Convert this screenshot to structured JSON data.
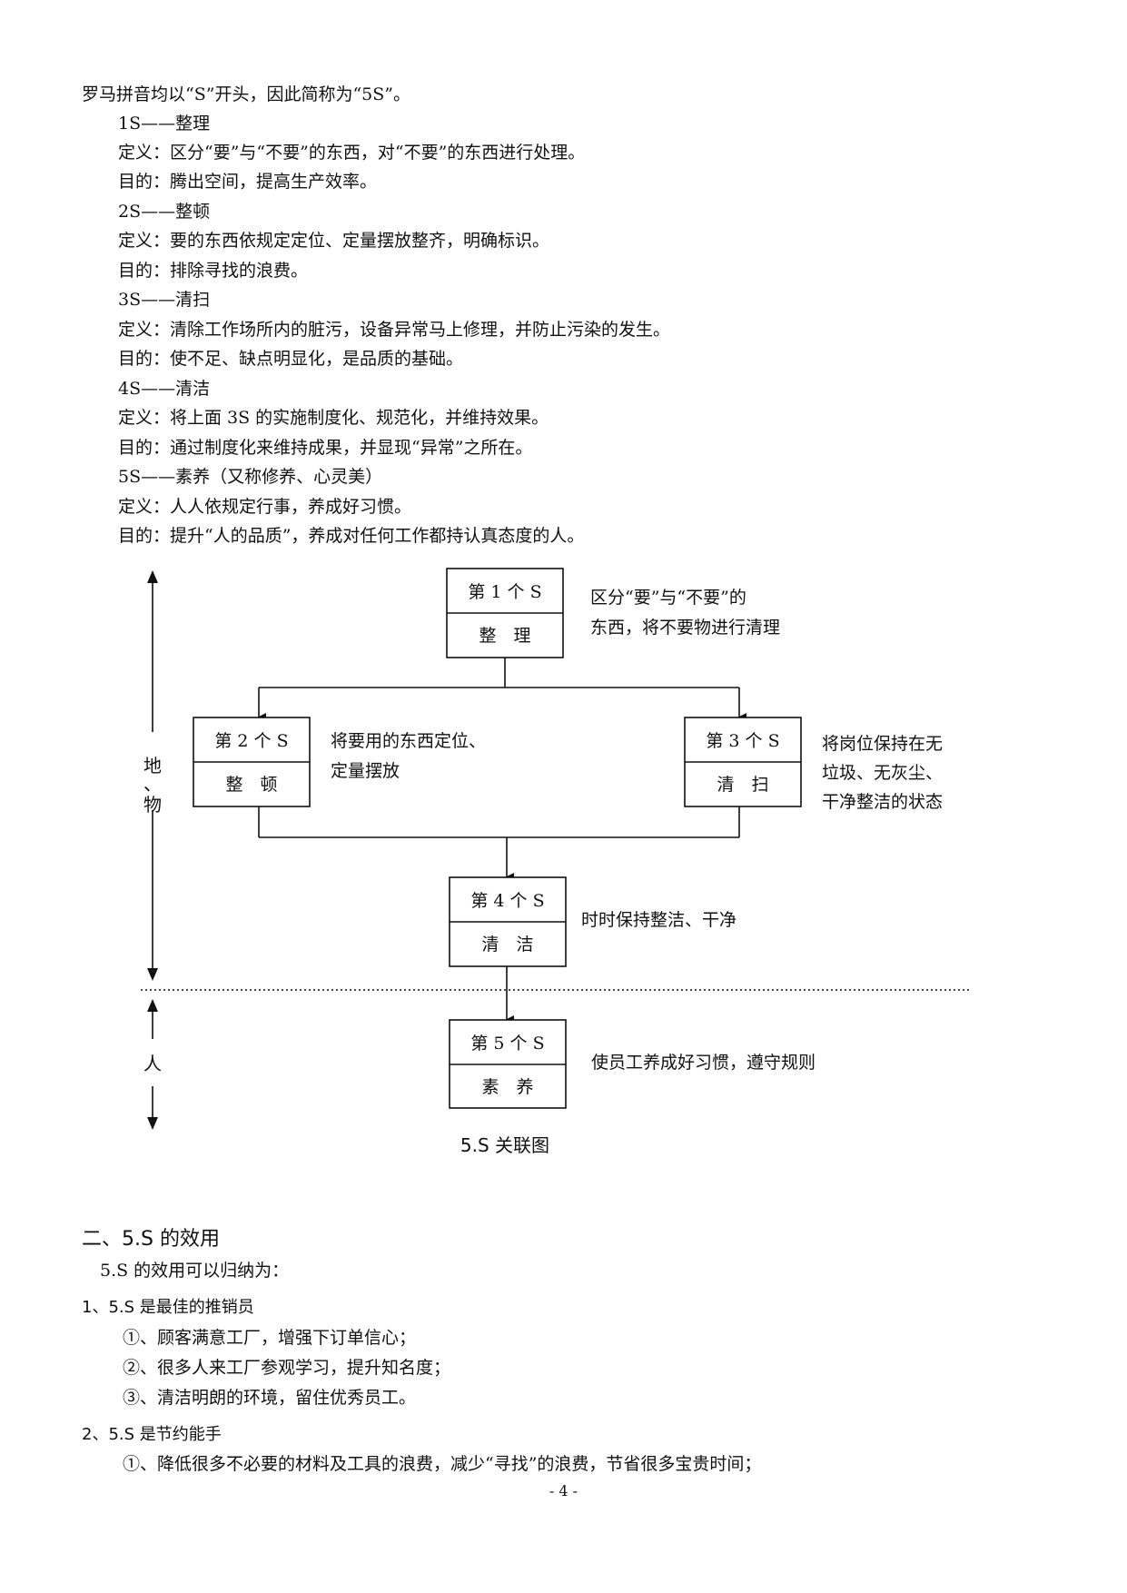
{
  "intro_text": "罗马拼音均以“S”开头，因此简称为“5S”。",
  "items": [
    {
      "title": "1S——整理",
      "definition": "定义：区分“要”与“不要”的东西，对“不要”的东西进行处理。",
      "purpose": "目的：腾出空间，提高生产效率。"
    },
    {
      "title": "2S——整顿",
      "definition": "定义：要的东西依规定定位、定量摆放整齐，明确标识。",
      "purpose": "目的：排除寻找的浪费。"
    },
    {
      "title": "3S——清扫",
      "definition": "定义：清除工作场所内的脏污，设备异常马上修理，并防止污染的发生。",
      "purpose": "目的：使不足、缺点明显化，是品质的基础。"
    },
    {
      "title": "4S——清洁",
      "definition": "定义：将上面 3S 的实施制度化、规范化，并维持效果。",
      "purpose": "目的：通过制度化来维持成果，并显现“异常”之所在。"
    },
    {
      "title": "5S——素养（又称修养、心灵美）",
      "definition": "定义：人人依规定行事，养成好习惯。",
      "purpose": "目的：提升“人的品质”，养成对任何工作都持认真态度的人。"
    }
  ],
  "diagram": {
    "boxes": [
      {
        "top": "第 1 个 S",
        "bottom": "整　理",
        "desc": [
          "区分“要”与“不要”的",
          "东西，将不要物进行清理"
        ]
      },
      {
        "top": "第 2 个 S",
        "bottom": "整　顿",
        "desc": [
          "将要用的东西定位、",
          "定量摆放"
        ]
      },
      {
        "top": "第 3 个 S",
        "bottom": "清　扫",
        "desc": [
          "将岗位保持在无",
          "垃圾、无灰尘、",
          "干净整洁的状态"
        ]
      },
      {
        "top": "第 4 个 S",
        "bottom": "清　洁",
        "desc": [
          "时时保持整洁、干净"
        ]
      },
      {
        "top": "第 5 个 S",
        "bottom": "素　养",
        "desc": [
          "使员工养成好习惯，遵守规则"
        ]
      }
    ],
    "side_label_top": [
      "地",
      "、",
      "物"
    ],
    "side_label_bottom": "人",
    "caption": "5.S 关联图"
  },
  "section2": {
    "heading": "二、5.S 的效用",
    "intro": "5.S 的效用可以归纳为：",
    "sub1": {
      "heading": "1、5.S 是最佳的推销员",
      "points": [
        "①、顾客满意工厂，增强下订单信心；",
        "②、很多人来工厂参观学习，提升知名度；",
        "③、清洁明朗的环境，留住优秀员工。"
      ]
    },
    "sub2": {
      "heading": "2、5.S 是节约能手",
      "points": [
        "①、降低很多不必要的材料及工具的浪费，减少“寻找”的浪费，节省很多宝贵时间；"
      ]
    }
  },
  "page_number": "- 4 -"
}
